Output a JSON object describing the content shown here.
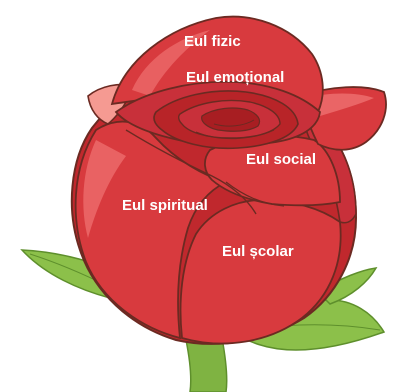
{
  "labels": {
    "fizic": "Eul fizic",
    "emotional": "Eul emoțional",
    "social": "Eul social",
    "spiritual": "Eul spiritual",
    "scolar": "Eul școlar"
  },
  "colors": {
    "petal_dark": "#c0282d",
    "petal_main": "#d83a3e",
    "petal_light": "#ec6a6a",
    "petal_highlight": "#f59a92",
    "outline": "#6b2a22",
    "leaf": "#8cc04a",
    "leaf_dark": "#5e8f2c",
    "stem": "#7fb342",
    "text": "#ffffff"
  }
}
